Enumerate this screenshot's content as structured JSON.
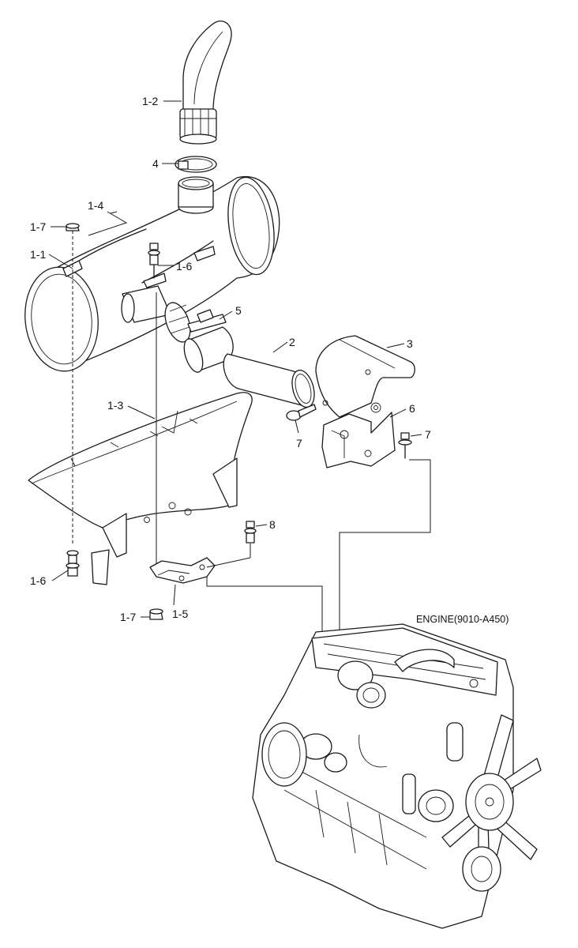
{
  "callouts": {
    "c1_2": "1-2",
    "c4": "4",
    "c1_4": "1-4",
    "c1_7_top": "1-7",
    "c1_1": "1-1",
    "c1_6_top": "1-6",
    "c5": "5",
    "c2": "2",
    "c3": "3",
    "c6": "6",
    "c7_left": "7",
    "c7_right": "7",
    "c1_3": "1-3",
    "c8": "8",
    "c1_6_bottom": "1-6",
    "c1_5": "1-5",
    "c1_7_bottom": "1-7"
  },
  "engine_label": "ENGINE(9010-A450)"
}
